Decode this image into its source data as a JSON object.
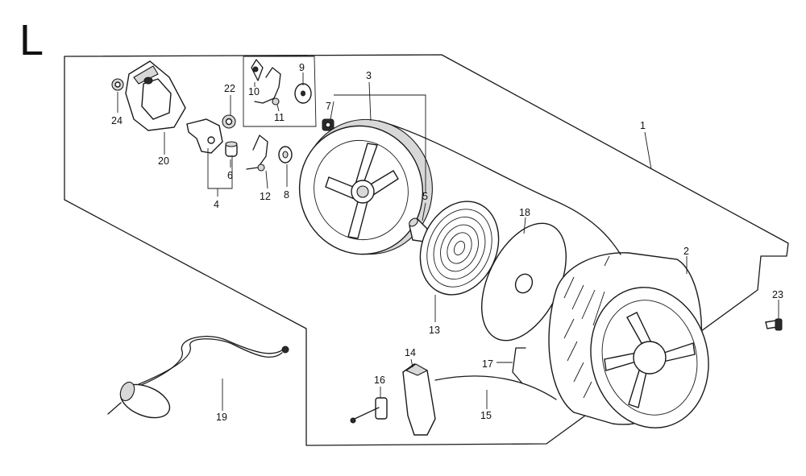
{
  "section_letter": "L",
  "callouts": [
    "1",
    "2",
    "3",
    "4",
    "5",
    "6",
    "7",
    "8",
    "9",
    "10",
    "11",
    "12",
    "13",
    "14",
    "15",
    "16",
    "17",
    "18",
    "19",
    "20",
    "22",
    "23",
    "24"
  ]
}
